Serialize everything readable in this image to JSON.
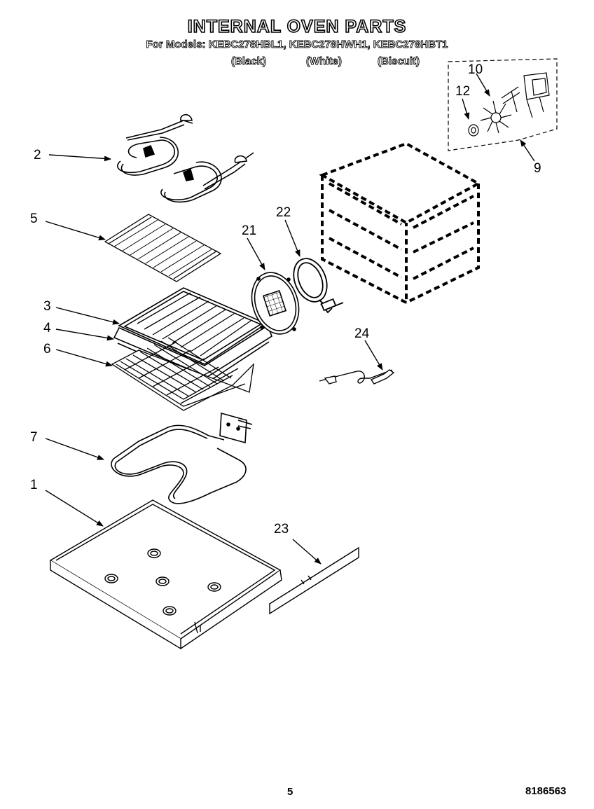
{
  "header": {
    "title": "INTERNAL OVEN PARTS",
    "subtitle": "For Models: KEBC278HBL1, KEBC278HWH1, KEBC278HBT1",
    "variants": [
      "(Black)",
      "(White)",
      "(Biscuit)"
    ]
  },
  "callouts": [
    "2",
    "5",
    "3",
    "4",
    "6",
    "7",
    "1",
    "21",
    "22",
    "24",
    "23",
    "10",
    "12",
    "9"
  ],
  "footer": {
    "page_number": "5",
    "document_number": "8186563"
  }
}
